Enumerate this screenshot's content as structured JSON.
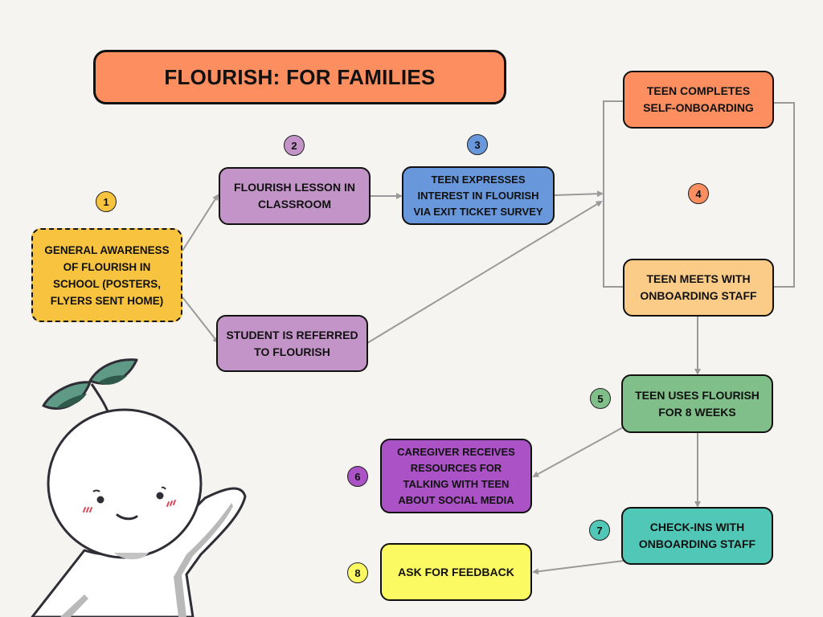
{
  "title": "FLOURISH: FOR FAMILIES",
  "colors": {
    "background": "#f5f4f0",
    "title": "#fc8e5f",
    "step1": "#f8c33f",
    "step2": "#c394c8",
    "step3": "#6897db",
    "step4a": "#fc8e5f",
    "step4b": "#fbcb88",
    "step5": "#80bf89",
    "step6": "#ab52c6",
    "step7": "#51c7b7",
    "step8": "#fbfa62",
    "connector": "#9a9a9a"
  },
  "steps": [
    {
      "number": "1",
      "boxes": [
        "GENERAL AWARENESS\nOF FLOURISH IN\nSCHOOL (POSTERS,\nFLYERS SENT HOME)"
      ]
    },
    {
      "number": "2",
      "boxes": [
        "FLOURISH LESSON IN\nCLASSROOM",
        "STUDENT IS REFERRED\nTO FLOURISH"
      ]
    },
    {
      "number": "3",
      "boxes": [
        "TEEN EXPRESSES\nINTEREST IN FLOURISH\nVIA EXIT TICKET SURVEY"
      ]
    },
    {
      "number": "4",
      "boxes": [
        "TEEN COMPLETES\nSELF-ONBOARDING",
        "TEEN MEETS WITH\nONBOARDING STAFF"
      ]
    },
    {
      "number": "5",
      "boxes": [
        "TEEN USES FLOURISH\nFOR 8 WEEKS"
      ]
    },
    {
      "number": "6",
      "boxes": [
        "CAREGIVER RECEIVES\nRESOURCES FOR\nTALKING WITH TEEN\nABOUT SOCIAL MEDIA"
      ]
    },
    {
      "number": "7",
      "boxes": [
        "CHECK-INS WITH\nONBOARDING STAFF"
      ]
    },
    {
      "number": "8",
      "boxes": [
        "ASK FOR FEEDBACK"
      ]
    }
  ]
}
